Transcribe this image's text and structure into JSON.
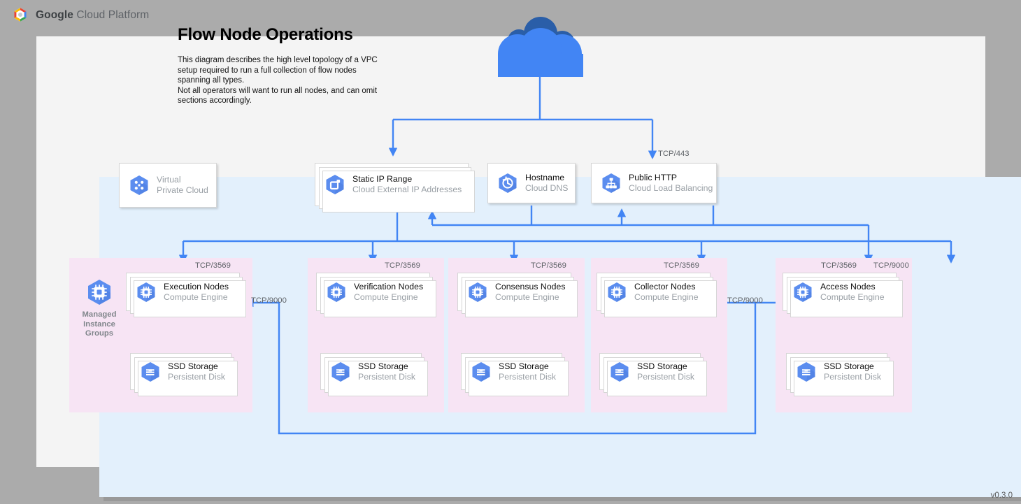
{
  "brand": {
    "bold": "Google",
    "rest": " Cloud Platform",
    "logo_icon": "google-cloud-logo"
  },
  "header": {
    "title": "Flow Node Operations",
    "description": "This diagram describes the high level topology of a VPC setup required to run a full collection of flow nodes spanning all types.\nNot all operators will want to run all nodes, and can omit sections accordingly."
  },
  "version": "v0.3.0",
  "colors": {
    "page_bg": "#ababab",
    "card_bg": "#f4f4f4",
    "vpc_bg": "#e3f0fc",
    "group_bg": "#f7e4f4",
    "wire": "#4285f4",
    "icon_blue": "#5b8def",
    "cloud_blue": "#4285f4",
    "cloud_blue_dark": "#2a5ea8",
    "node_title": "#111111",
    "node_sub": "#9aa0a6",
    "port_label": "#5f6368"
  },
  "internet": {
    "icon": "cloud-icon",
    "name": "Internet"
  },
  "top_row": [
    {
      "id": "vpc-label",
      "title": "Virtual",
      "subtitle": "Private Cloud",
      "icon": "virtual-private-cloud-icon",
      "style": "plain",
      "muted": true
    },
    {
      "id": "static-ip-range",
      "title": "Static IP Range",
      "subtitle": "Cloud External IP Addresses",
      "icon": "cloud-external-ip-addresses-icon",
      "style": "stacked",
      "muted": false
    },
    {
      "id": "hostname",
      "title": "Hostname",
      "subtitle": "Cloud DNS",
      "icon": "cloud-dns-icon",
      "style": "plain",
      "muted": false
    },
    {
      "id": "public-http",
      "title": "Public HTTP",
      "subtitle": "Cloud Load Balancing",
      "icon": "cloud-load-balancing-icon",
      "style": "plain",
      "muted": false
    }
  ],
  "group_label": {
    "lines": [
      "Managed",
      "Instance",
      "Groups"
    ],
    "icon": "compute-engine-icon"
  },
  "columns": [
    {
      "id": "execution",
      "compute": {
        "title": "Execution Nodes",
        "subtitle": "Compute Engine",
        "icon": "compute-engine-icon"
      },
      "storage": {
        "title": "SSD Storage",
        "subtitle": "Persistent Disk",
        "icon": "persistent-disk-icon"
      },
      "inbound_port": "TCP/3569"
    },
    {
      "id": "verification",
      "compute": {
        "title": "Verification Nodes",
        "subtitle": "Compute Engine",
        "icon": "compute-engine-icon"
      },
      "storage": {
        "title": "SSD Storage",
        "subtitle": "Persistent Disk",
        "icon": "persistent-disk-icon"
      },
      "inbound_port": "TCP/3569"
    },
    {
      "id": "consensus",
      "compute": {
        "title": "Consensus Nodes",
        "subtitle": "Compute Engine",
        "icon": "compute-engine-icon"
      },
      "storage": {
        "title": "SSD Storage",
        "subtitle": "Persistent Disk",
        "icon": "persistent-disk-icon"
      },
      "inbound_port": "TCP/3569"
    },
    {
      "id": "collector",
      "compute": {
        "title": "Collector Nodes",
        "subtitle": "Compute Engine",
        "icon": "compute-engine-icon"
      },
      "storage": {
        "title": "SSD Storage",
        "subtitle": "Persistent Disk",
        "icon": "persistent-disk-icon"
      },
      "inbound_port": "TCP/3569"
    },
    {
      "id": "access",
      "compute": {
        "title": "Access Nodes",
        "subtitle": "Compute Engine",
        "icon": "compute-engine-icon"
      },
      "storage": {
        "title": "SSD Storage",
        "subtitle": "Persistent Disk",
        "icon": "persistent-disk-icon"
      },
      "inbound_port": "TCP/3569"
    }
  ],
  "port_labels": {
    "https": "TCP/443",
    "access_extra": "TCP/9000",
    "access_to_collector": "TCP/9000",
    "access_to_execution": "TCP/9000"
  }
}
